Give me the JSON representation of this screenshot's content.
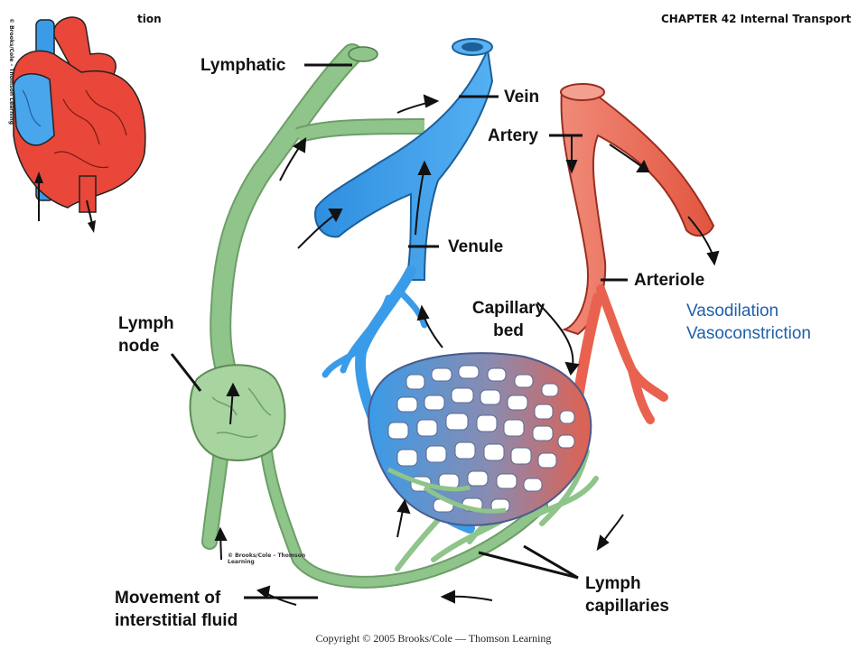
{
  "header": {
    "left_fragment": "tion",
    "right_title": "CHAPTER 42 Internal Transport"
  },
  "side_credit": "© Brooks/Cole – Thomson Learning",
  "labels": {
    "lymphatic": "Lymphatic",
    "vein": "Vein",
    "artery": "Artery",
    "venule": "Venule",
    "arteriole": "Arteriole",
    "capillary_bed_line1": "Capillary",
    "capillary_bed_line2": "bed",
    "lymph_node_line1": "Lymph",
    "lymph_node_line2": "node",
    "movement_line1": "Movement of",
    "movement_line2": "interstitial fluid",
    "lymph_capillaries_line1": "Lymph",
    "lymph_capillaries_line2": "capillaries"
  },
  "annotations": {
    "vasodilation": "Vasodilation",
    "vasoconstriction": "Vasoconstriction"
  },
  "inner_copyright_line1": "© Brooks/Cole – Thomson",
  "inner_copyright_line2": "Learning",
  "footer_copyright": "Copyright © 2005 Brooks/Cole — Thomson Learning",
  "colors": {
    "vein_blue": "#3a9be8",
    "artery_red": "#e9624f",
    "lymph_green": "#8fc48a",
    "annotation_blue": "#1f5fa8"
  }
}
